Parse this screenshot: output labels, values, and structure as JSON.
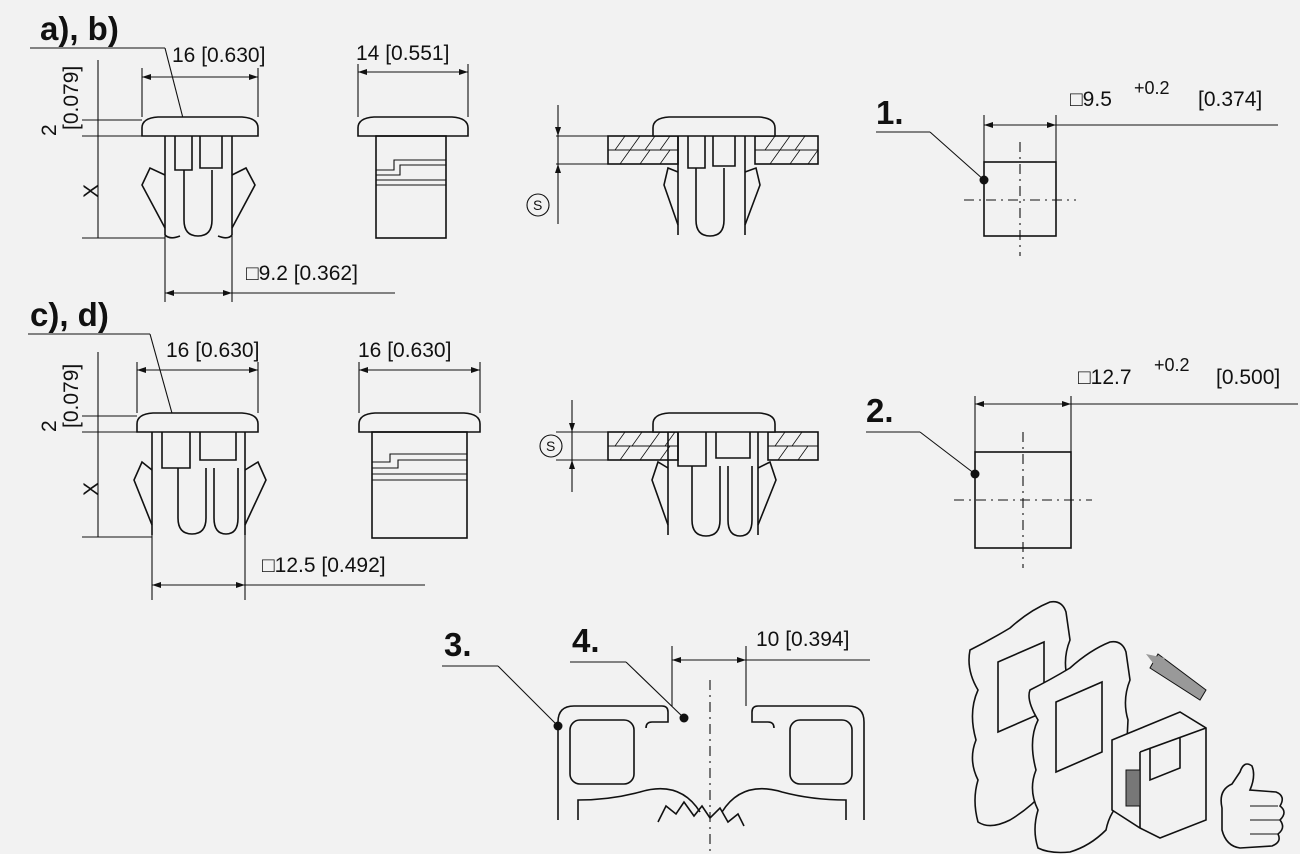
{
  "labels": {
    "ab": "a), b)",
    "cd": "c), d)",
    "n1": "1.",
    "n2": "2.",
    "n3": "3.",
    "n4": "4."
  },
  "dimensions": {
    "ab_head_width": "16 [0.630]",
    "ab_side_width": "14 [0.551]",
    "ab_head_thk_mm": "2",
    "ab_head_thk_in": "[0.079]",
    "ab_x": "X",
    "ab_body_sq": "□9.2 [0.362]",
    "cd_head_width": "16 [0.630]",
    "cd_side_width": "16 [0.630]",
    "cd_head_thk_mm": "2",
    "cd_head_thk_in": "[0.079]",
    "cd_x": "X",
    "cd_body_sq": "□12.5 [0.492]",
    "hole1_main": "□9.5",
    "hole1_tol": "+0.2",
    "hole1_in": "[0.374]",
    "hole2_main": "□12.7",
    "hole2_tol": "+0.2",
    "hole2_in": "[0.500]",
    "slot": "10 [0.394]",
    "thickness_symbol": "S"
  },
  "icons": [
    "thumbs-up-icon",
    "insertion-arrow-icon"
  ]
}
